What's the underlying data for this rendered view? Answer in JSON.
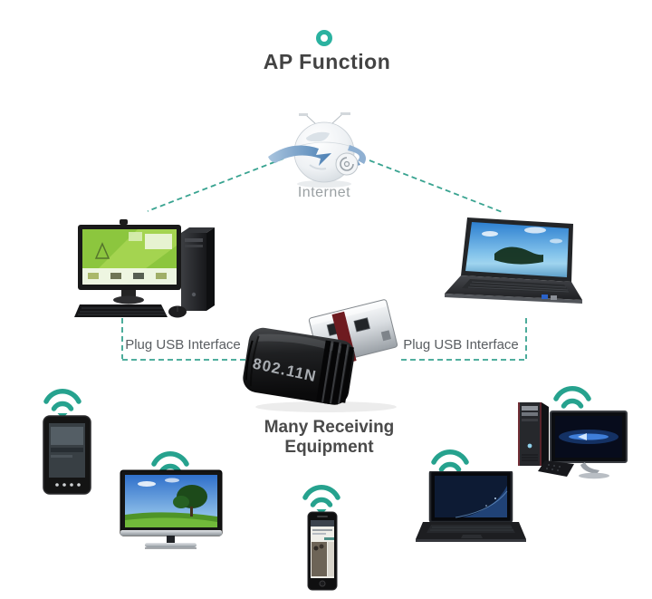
{
  "colors": {
    "accent_teal": "#28a795",
    "ring_teal": "#2bb2a0",
    "dash_teal": "#38a390",
    "title_text": "#434343",
    "internet_text": "#9aa0a3",
    "plug_text": "#595d61",
    "caption_text": "#4a4a4a",
    "adapter_print": "#a8acb1"
  },
  "header": {
    "icon": "teal-ring-icon",
    "title": "AP Function"
  },
  "internet": {
    "icon": "internet-globe-icon",
    "label": "Internet"
  },
  "connections": {
    "left_label": "Plug USB Interface",
    "right_label": "Plug USB Interface"
  },
  "adapter": {
    "model_label": "802.11N"
  },
  "source_devices": [
    "desktop-computer",
    "laptop"
  ],
  "receiving": {
    "caption": "Many Receiving Equipment",
    "devices": [
      "tablet",
      "television",
      "smartphone",
      "laptop",
      "desktop-computer"
    ]
  }
}
